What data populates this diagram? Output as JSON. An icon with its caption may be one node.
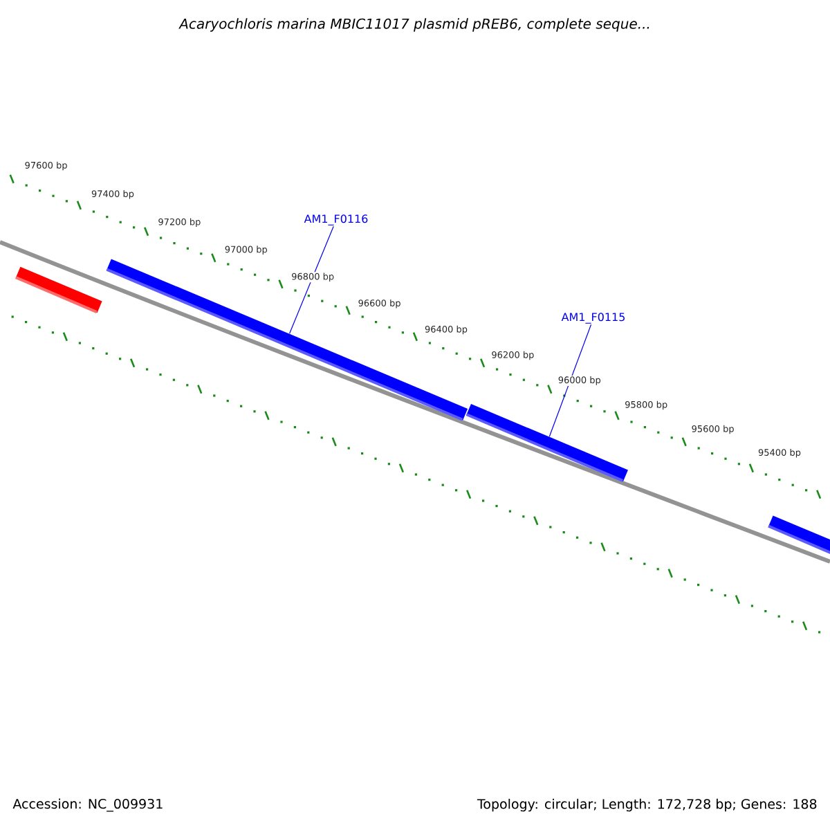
{
  "diagram": {
    "title": "Acaryochloris marina MBIC11017 plasmid pREB6, complete seque...",
    "nodes": [
      {
        "text": [
          "AM1_F0116"
        ]
      },
      {
        "text": [
          "AM1_F0115"
        ]
      },
      {
        "text": [],
        "shape": "bar"
      },
      {
        "text": [],
        "shape": "bar"
      },
      {
        "text": [],
        "shape": "bar"
      },
      {
        "text": [],
        "shape": "bar"
      }
    ],
    "edges": [
      {
        "from": 0,
        "to": 3,
        "arrow": "none"
      },
      {
        "from": 1,
        "to": 4,
        "arrow": "none"
      }
    ],
    "labels": [
      "97600 bp",
      "97400 bp",
      "97200 bp",
      "97000 bp",
      "96800 bp",
      "96600 bp",
      "96400 bp",
      "96200 bp",
      "96000 bp",
      "95800 bp",
      "95600 bp",
      "95400 bp",
      "Accession: NC_009931",
      "Topology: circular; Length: 172,728 bp; Genes: 188"
    ]
  }
}
